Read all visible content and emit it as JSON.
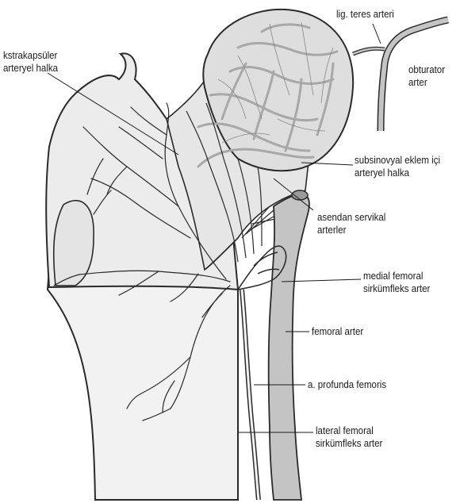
{
  "labels": {
    "extracapsular": {
      "line1": "kstrakapsüler",
      "line2": "arteryel halka"
    },
    "lig_teres": "lig. teres arteri",
    "obturator": {
      "line1": "obturator",
      "line2": "arter"
    },
    "subsynovial": {
      "line1": "subsinovyal eklem içi",
      "line2": "arteryel halka"
    },
    "ascending": {
      "line1": "asendan servikal",
      "line2": "arterler"
    },
    "medial": {
      "line1": "medial femoral",
      "line2": "sirkümfleks arter"
    },
    "femoral": "femoral arter",
    "profunda": "a. profunda femoris",
    "lateral": {
      "line1": "lateral femoral",
      "line2": "sirkümfleks arter"
    }
  },
  "colors": {
    "outline": "#2a2a2a",
    "bone_fill": "#f2f2f2",
    "head_fill": "#dedede",
    "vessel_fill": "#c4c4c4",
    "intra_vessel": "#a8a8a8"
  }
}
